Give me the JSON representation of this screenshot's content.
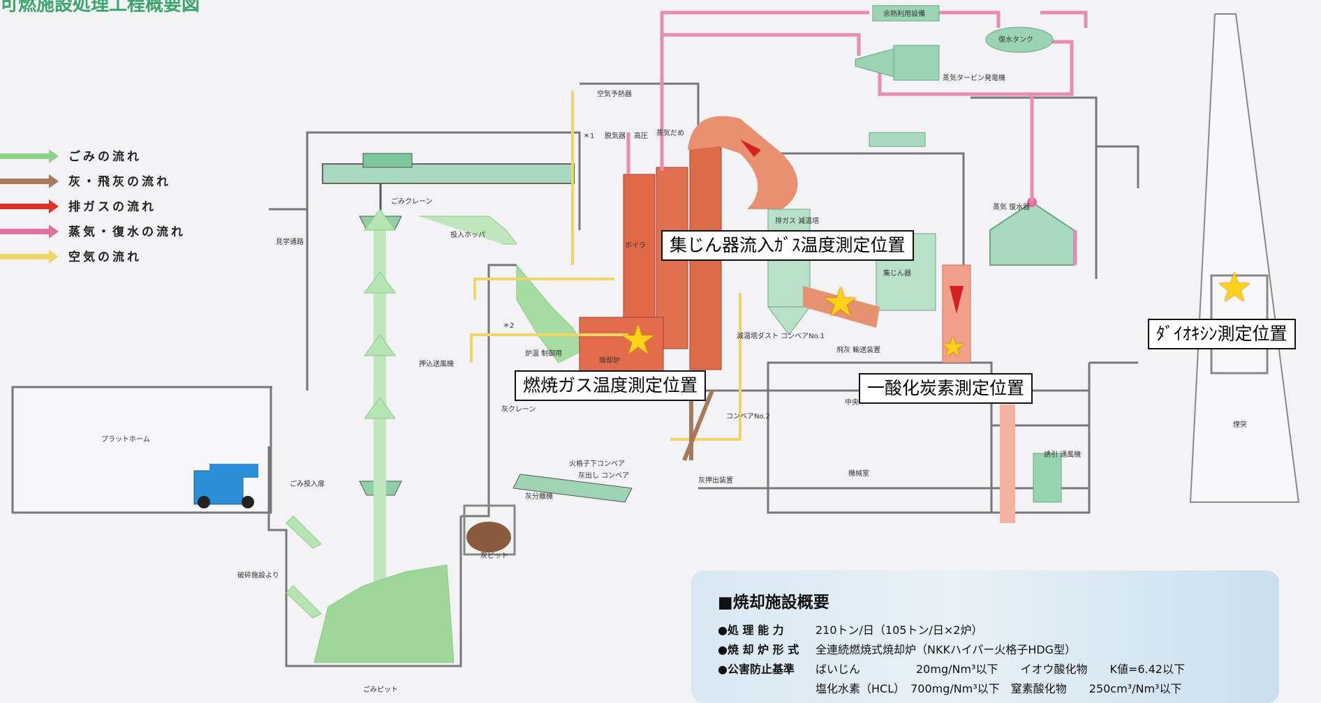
{
  "heading": "可燃施設処理工程概要図",
  "legend": [
    {
      "label": "ごみの流れ",
      "color": "#8fd08a"
    },
    {
      "label": "灰・飛灰の流れ",
      "color": "#a87a5c"
    },
    {
      "label": "排ガスの流れ",
      "color": "#e0302a"
    },
    {
      "label": "蒸気・復水の流れ",
      "color": "#e070a0"
    },
    {
      "label": "空気の流れ",
      "color": "#f2d56a"
    }
  ],
  "labels": {
    "waste_heat": "余熱利用設備",
    "condensate_tank": "復水タンク",
    "turbine": "蒸気タービン発電機",
    "air_preheater": "空気予熱器",
    "deaerator": "脱気器",
    "high_pressure": "高圧",
    "steam_drum": "蒸気だめ",
    "crane": "ごみクレーン",
    "viewing": "見学通路",
    "hopper": "投入ホッパ",
    "boiler": "ボイラ",
    "gas_cooler": "排ガス\n減温塔",
    "dust_collector": "集じん器",
    "steam_condenser": "蒸気\n復水器",
    "cooling_conveyor": "減温塔ダスト\nコンベアNo.1",
    "fly_ash": "飛灰\n輸送装置",
    "pusher_fan": "押込送風機",
    "incinerator": "焼却炉",
    "furnace_temp": "炉温\n制御用",
    "ash_crane": "灰クレーン",
    "conveyor2": "コンベアNo.2",
    "platform": "プラットホーム",
    "waste_door": "ごみ投入扉",
    "under_grate": "火格子下コンベア",
    "ash_conveyor": "灰出し\nコンベア",
    "ash_separator": "灰分離機",
    "ash_pusher": "灰押出装置",
    "machine_room": "機械室",
    "induced_fan": "誘引\n通風機",
    "chimney": "煙突",
    "crusher": "破砕施設より",
    "ash_pit": "灰ピット",
    "waste_pit": "ごみピット",
    "central": "中央",
    "note1": "＊1",
    "note2": "＊2"
  },
  "callouts": {
    "dust_inlet": "集じん器流入ｶﾞｽ温度測定位置",
    "combustion": "燃焼ガス温度測定位置",
    "co": "一酸化炭素測定位置",
    "dioxin": "ﾀﾞｲｵｷｼﾝ測定位置"
  },
  "summary": {
    "title": "■焼却施設概要",
    "rows": [
      {
        "key": "●処 理 能 力",
        "value": "210トン/日（105トン/日×2炉）"
      },
      {
        "key": "●焼 却 炉 形 式",
        "value": "全連続燃焼式焼却炉（NKKハイパー火格子HDG型）"
      },
      {
        "key": "●公害防止基準",
        "value": "ばいじん　　　　　20mg/Nm³以下　　イオウ酸化物　　K値=6.42以下"
      },
      {
        "key": "",
        "value": "塩化水素（HCL）　700mg/Nm³以下　窒素酸化物　　250cm³/Nm³以下"
      }
    ]
  }
}
